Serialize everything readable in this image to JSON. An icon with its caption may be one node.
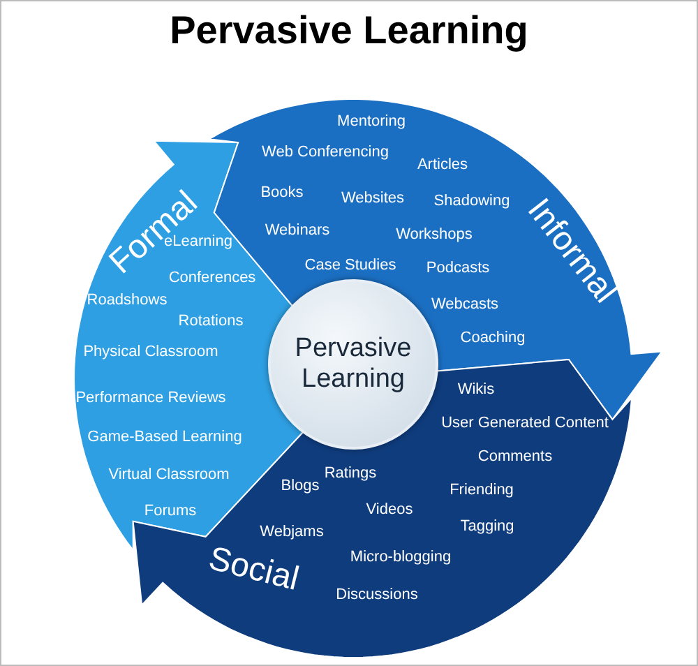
{
  "diagram": {
    "title": "Pervasive Learning",
    "nodes": [
      {
        "text": [
          "Formal",
          "eLearning",
          "Conferences",
          "Roadshows",
          "Rotations",
          "Physical Classroom",
          "Performance Reviews",
          "Game-Based Learning",
          "Virtual Classroom",
          "Forums"
        ]
      },
      {
        "text": [
          "Informal",
          "Mentoring",
          "Web Conferencing",
          "Articles",
          "Books",
          "Websites",
          "Shadowing",
          "Webinars",
          "Workshops",
          "Case Studies",
          "Podcasts",
          "Webcasts",
          "Coaching"
        ]
      },
      {
        "text": [
          "Social",
          "Wikis",
          "User Generated Content",
          "Comments",
          "Ratings",
          "Friending",
          "Blogs",
          "Videos",
          "Tagging",
          "Webjams",
          "Micro-blogging",
          "Discussions"
        ]
      },
      {
        "text": [
          "Pervasive Learning"
        ]
      }
    ]
  }
}
